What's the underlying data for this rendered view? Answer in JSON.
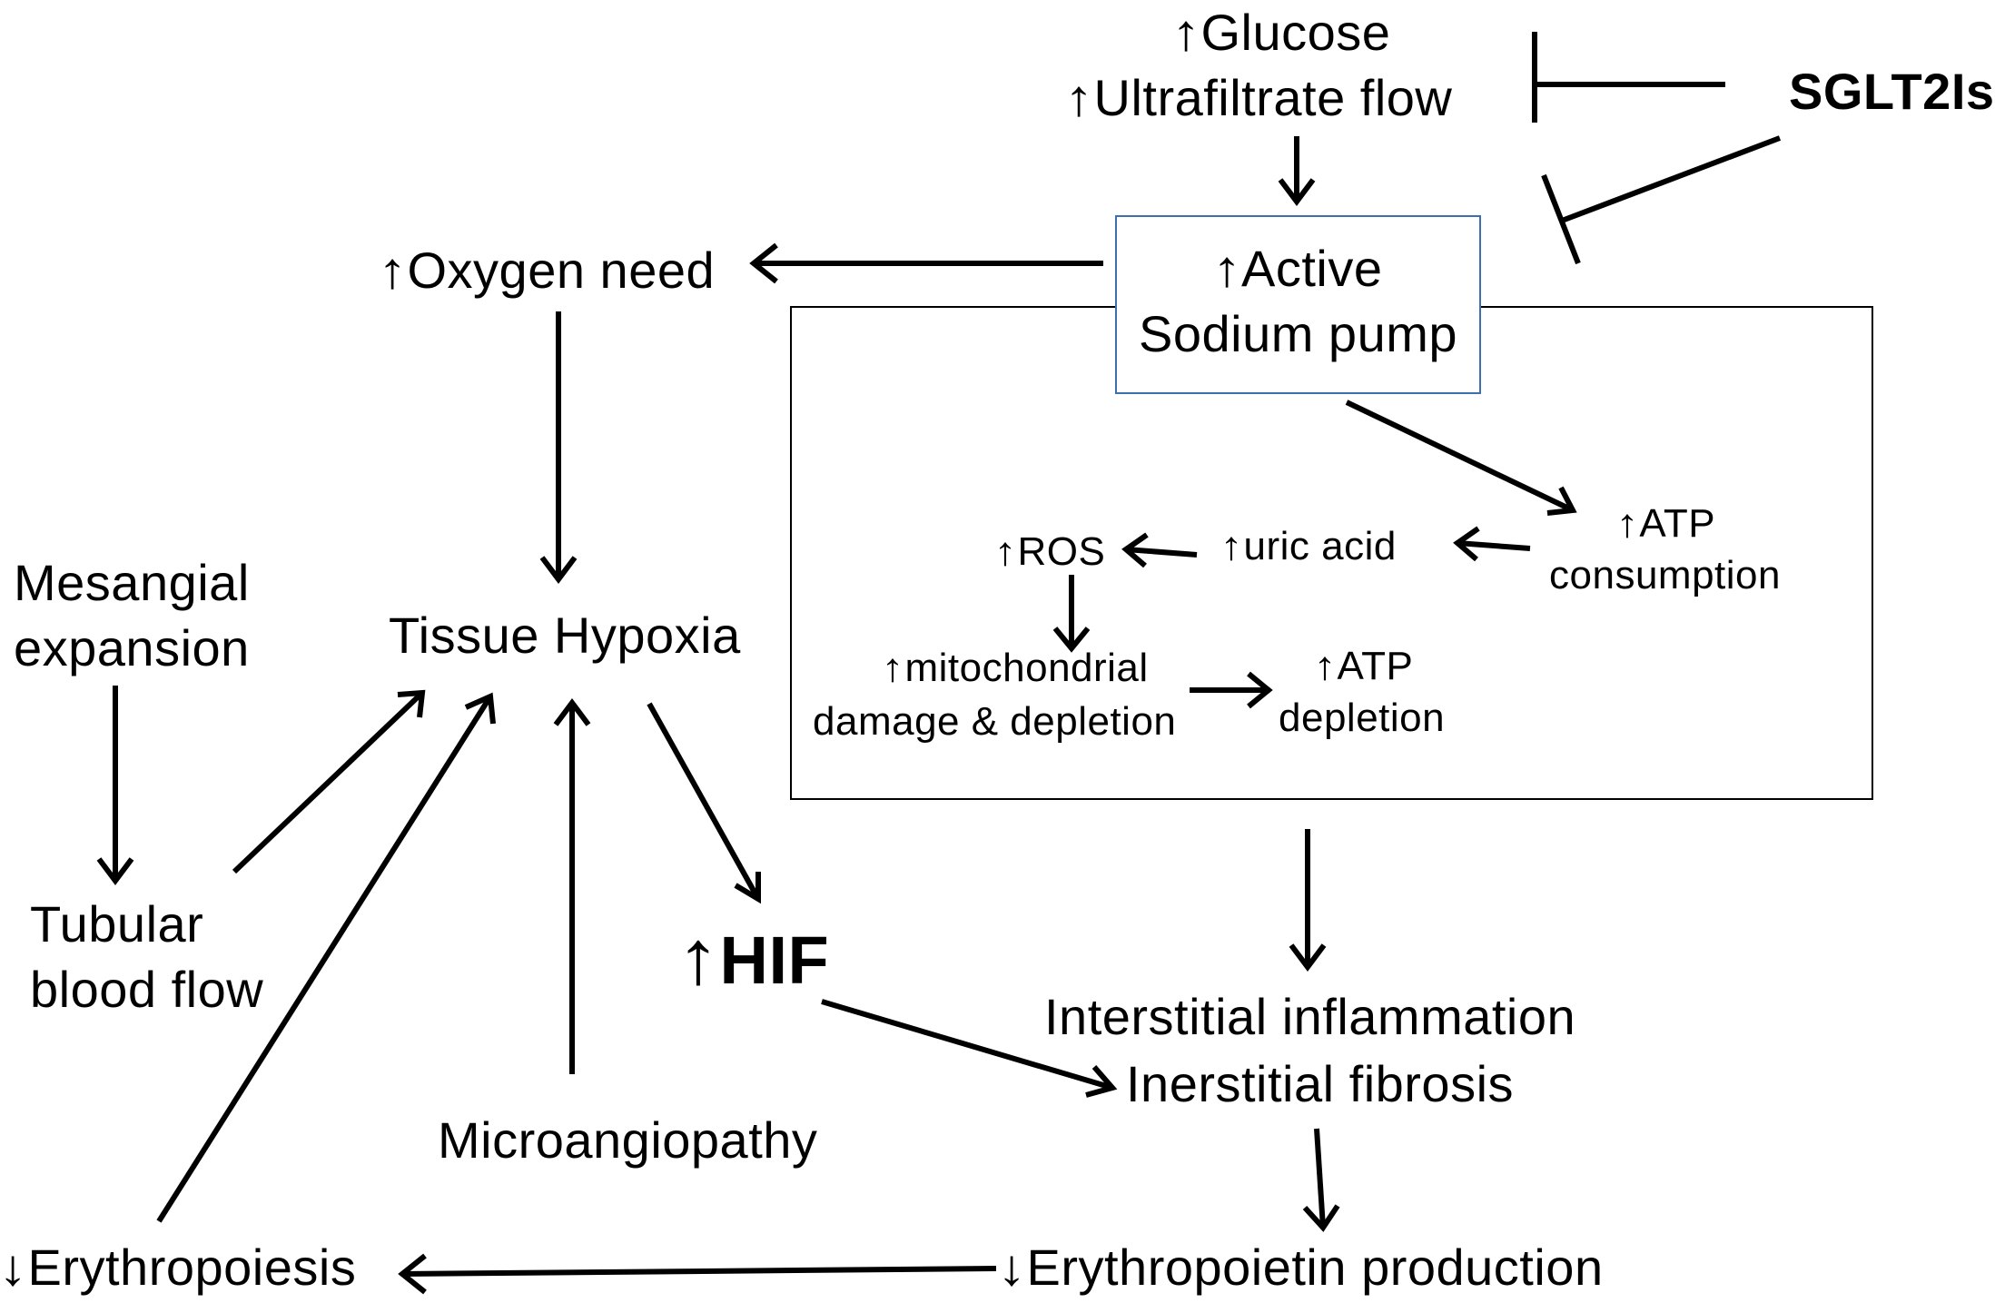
{
  "nodes": {
    "glucose": "Glucose",
    "ultrafiltrate": "Ultrafiltrate flow",
    "sglt2is": "SGLT2Is",
    "pump_line1": "Active",
    "pump_line2": "Sodium pump",
    "oxygen_need": "Oxygen need",
    "tissue_hypoxia": "Tissue Hypoxia",
    "mesangial_line1": "Mesangial",
    "mesangial_line2": "expansion",
    "tubular_line1": "Tubular",
    "tubular_line2": "blood flow",
    "hif": "HIF",
    "microangiopathy": "Microangiopathy",
    "ros": "ROS",
    "uric_acid": "uric acid",
    "atp_consumption_line1": "ATP",
    "atp_consumption_line2": "consumption",
    "mito_line1": "mitochondrial",
    "mito_line2": "damage & depletion",
    "atp_depletion_line1": "ATP",
    "atp_depletion_line2": "depletion",
    "interstitial_inflammation": "Interstitial inflammation",
    "interstitial_fibrosis": "Inerstitial fibrosis",
    "erythropoiesis": "Erythropoiesis",
    "epo_production": "Erythropoietin production"
  },
  "symbols": {
    "increase": "↑",
    "decrease": "↓"
  },
  "colors": {
    "pump_box_border": "#3b6fb0",
    "ink": "#000000"
  }
}
